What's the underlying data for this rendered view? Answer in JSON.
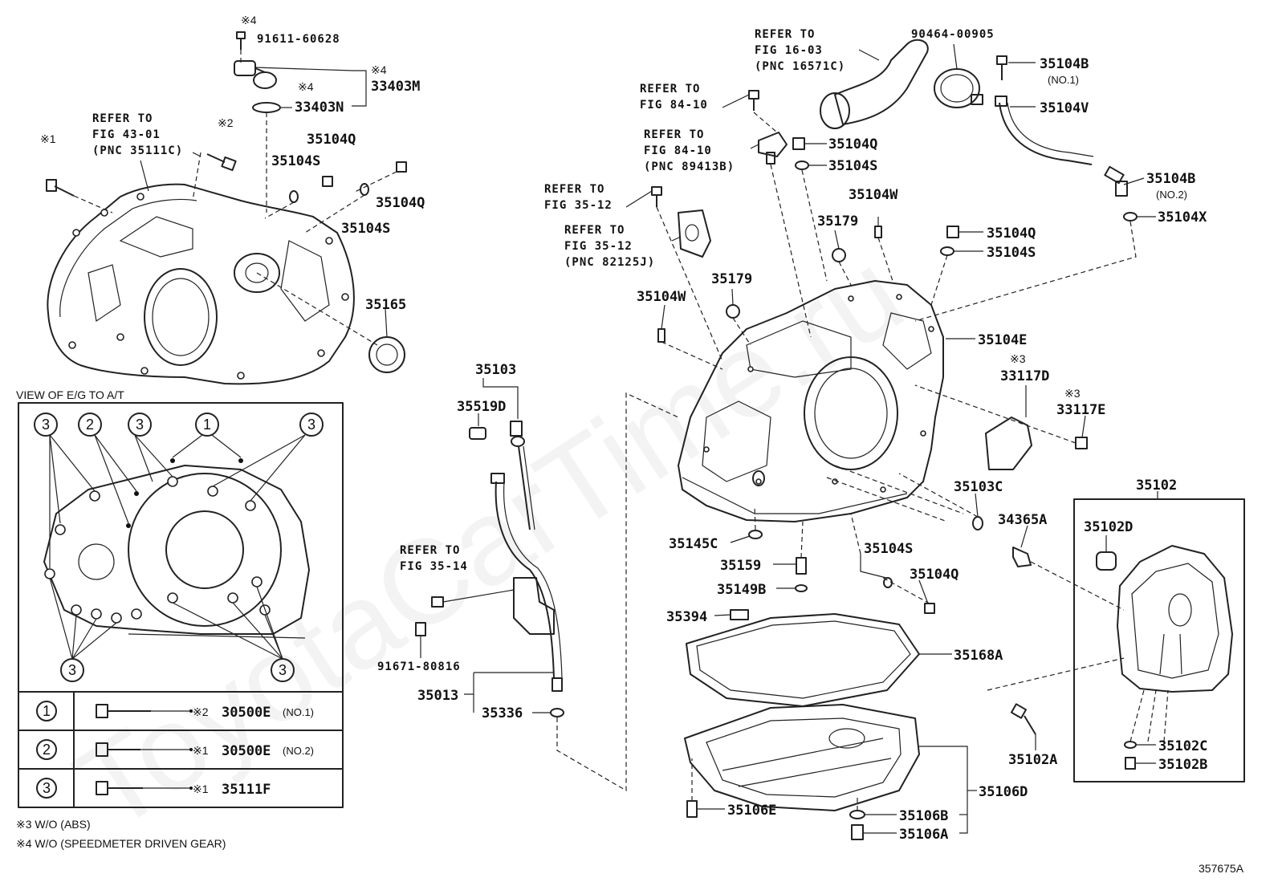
{
  "diagram_id": "357675A",
  "watermark": "ToyotaCarTime.ru",
  "callouts": {
    "c91611_60628": "91611-60628",
    "c33403M": "33403M",
    "c33403N": "33403N",
    "c35104Q_a": "35104Q",
    "c35104S_a": "35104S",
    "c35104Q_b": "35104Q",
    "c35104S_b": "35104S",
    "c35165": "35165",
    "c90464_00905": "90464-00905",
    "c35104B_1": "35104B",
    "c35104B_1_sub": "(NO.1)",
    "c35104V": "35104V",
    "c35104Q_c": "35104Q",
    "c35104S_c": "35104S",
    "c35104B_2": "35104B",
    "c35104B_2_sub": "(NO.2)",
    "c35104X": "35104X",
    "c35104W_a": "35104W",
    "c35179_a": "35179",
    "c35104Q_d": "35104Q",
    "c35104S_d": "35104S",
    "c35179_b": "35179",
    "c35104W_b": "35104W",
    "c35104E": "35104E",
    "c33117D": "33117D",
    "c33117E": "33117E",
    "c35103C": "35103C",
    "c35102": "35102",
    "c34365A": "34365A",
    "c35102D": "35102D",
    "c35103": "35103",
    "c35519D": "35519D",
    "c35145C": "35145C",
    "c35159": "35159",
    "c35149B": "35149B",
    "c35104S_e": "35104S",
    "c35104Q_e": "35104Q",
    "c35394": "35394",
    "c35168A": "35168A",
    "c91671_80816": "91671-80816",
    "c35013": "35013",
    "c35336": "35336",
    "c35102C": "35102C",
    "c35102B": "35102B",
    "c35102A": "35102A",
    "c35106D": "35106D",
    "c35106E": "35106E",
    "c35106B": "35106B",
    "c35106A": "35106A"
  },
  "marks": {
    "m4_top": "※4",
    "m4_33403M": "※4",
    "m4_33403N": "※4",
    "m2_bolt": "※2",
    "m1_bolt": "※1",
    "m3_33117D": "※3",
    "m3_33117E": "※3"
  },
  "refs": {
    "r1": [
      "REFER TO",
      "FIG 43-01",
      "(PNC 35111C)"
    ],
    "r2": [
      "REFER TO",
      "FIG 16-03",
      "(PNC 16571C)"
    ],
    "r3": [
      "REFER TO",
      "FIG 84-10"
    ],
    "r4": [
      "REFER TO",
      "FIG 84-10",
      "(PNC 89413B)"
    ],
    "r5": [
      "REFER TO",
      "FIG 35-12"
    ],
    "r6": [
      "REFER TO",
      "FIG 35-12",
      "(PNC 82125J)"
    ],
    "r7": [
      "REFER TO",
      "FIG 35-14"
    ]
  },
  "inset": {
    "title": "VIEW OF E/G TO A/T",
    "circle_labels": [
      "3",
      "2",
      "3",
      "1",
      "3",
      "3",
      "3"
    ],
    "rows": [
      {
        "idx": "1",
        "mark": "※2",
        "part": "30500E",
        "note": "(NO.1)"
      },
      {
        "idx": "2",
        "mark": "※1",
        "part": "30500E",
        "note": "(NO.2)"
      },
      {
        "idx": "3",
        "mark": "※1",
        "part": "35111F",
        "note": ""
      }
    ]
  },
  "footnotes": {
    "n3": "※3 W/O (ABS)",
    "n4": "※4 W/O (SPEEDMETER DRIVEN GEAR)"
  }
}
